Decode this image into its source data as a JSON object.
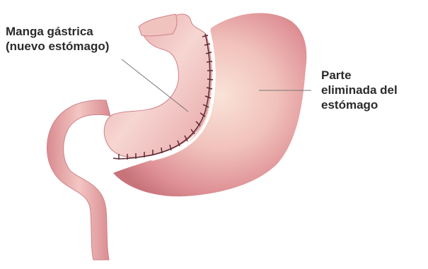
{
  "labels": {
    "sleeve": {
      "line1": "Manga gástrica",
      "line2": "(nuevo estómago)"
    },
    "removed": {
      "line1": "Parte",
      "line2": "eliminada del",
      "line3": "estómago"
    }
  },
  "colors": {
    "tissue": "#e8a1a3",
    "tissue_light": "#f7dcd6",
    "tissue_dark": "#c8737a",
    "staples": "#5a2a33",
    "leader": "#777777",
    "text": "#2b2b2b"
  }
}
